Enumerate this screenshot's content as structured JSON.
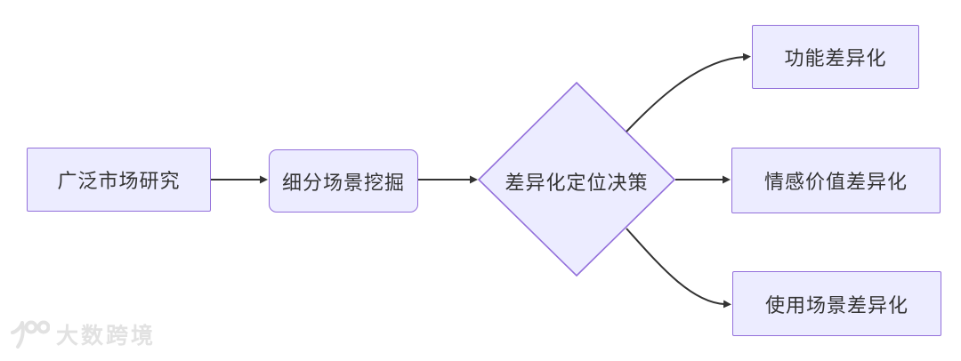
{
  "diagram": {
    "type": "flowchart",
    "direction": "left-to-right",
    "nodes": {
      "research": {
        "label": "广泛市场研究",
        "shape": "rect"
      },
      "mining": {
        "label": "细分场景挖掘",
        "shape": "rounded-rect"
      },
      "decision": {
        "label": "差异化定位决策",
        "shape": "diamond"
      },
      "functional": {
        "label": "功能差异化",
        "shape": "rect"
      },
      "emotional": {
        "label": "情感价值差异化",
        "shape": "rect"
      },
      "usage": {
        "label": "使用场景差异化",
        "shape": "rect"
      }
    },
    "edges": [
      {
        "from": "research",
        "to": "mining"
      },
      {
        "from": "mining",
        "to": "decision"
      },
      {
        "from": "decision",
        "to": "functional"
      },
      {
        "from": "decision",
        "to": "emotional"
      },
      {
        "from": "decision",
        "to": "usage"
      }
    ],
    "colors": {
      "node_fill": "#ECECFF",
      "node_border": "#9370DB",
      "node_text": "#333333",
      "edge_stroke": "#333333",
      "background": "#ffffff",
      "watermark": "#e2e2e2"
    }
  },
  "watermark": {
    "logo": "100-logo",
    "text": "大数跨境"
  }
}
